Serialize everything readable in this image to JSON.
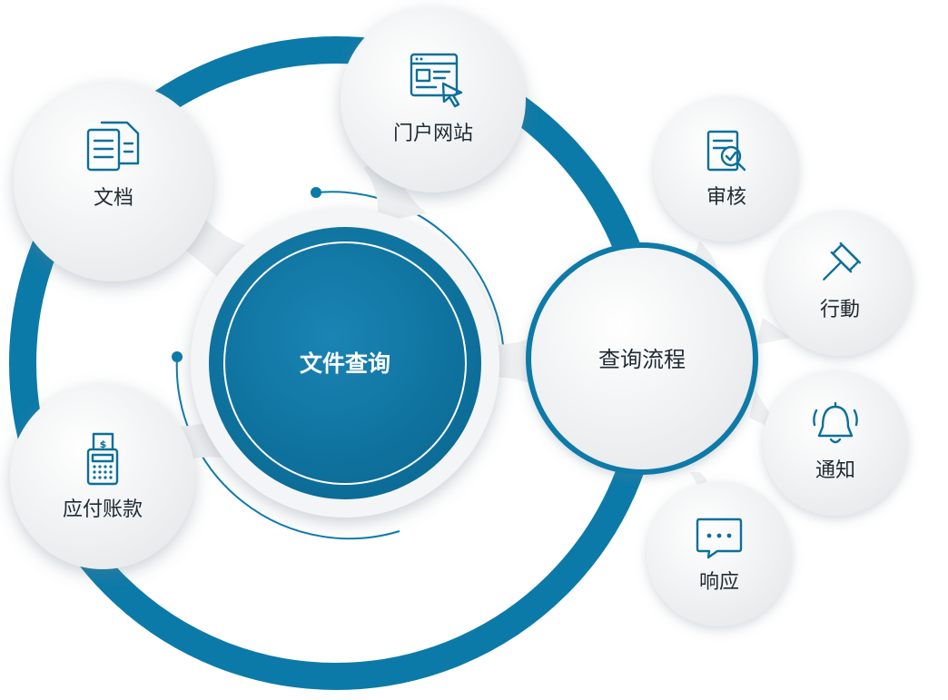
{
  "center": {
    "label": "文件查询"
  },
  "flow": {
    "label": "查询流程"
  },
  "left_nodes": [
    {
      "label": "文档",
      "icon": "documents-icon"
    },
    {
      "label": "门户网站",
      "icon": "web-portal-icon"
    },
    {
      "label": "应付账款",
      "icon": "invoice-calculator-icon"
    }
  ],
  "flow_nodes": [
    {
      "label": "审核",
      "icon": "review-document-icon"
    },
    {
      "label": "行動",
      "icon": "gavel-icon"
    },
    {
      "label": "通知",
      "icon": "bell-icon"
    },
    {
      "label": "响应",
      "icon": "chat-bubble-icon"
    }
  ],
  "colors": {
    "accent": "#0b7aa8",
    "bubble": "#f2f3f4",
    "text": "#1f2a33"
  }
}
